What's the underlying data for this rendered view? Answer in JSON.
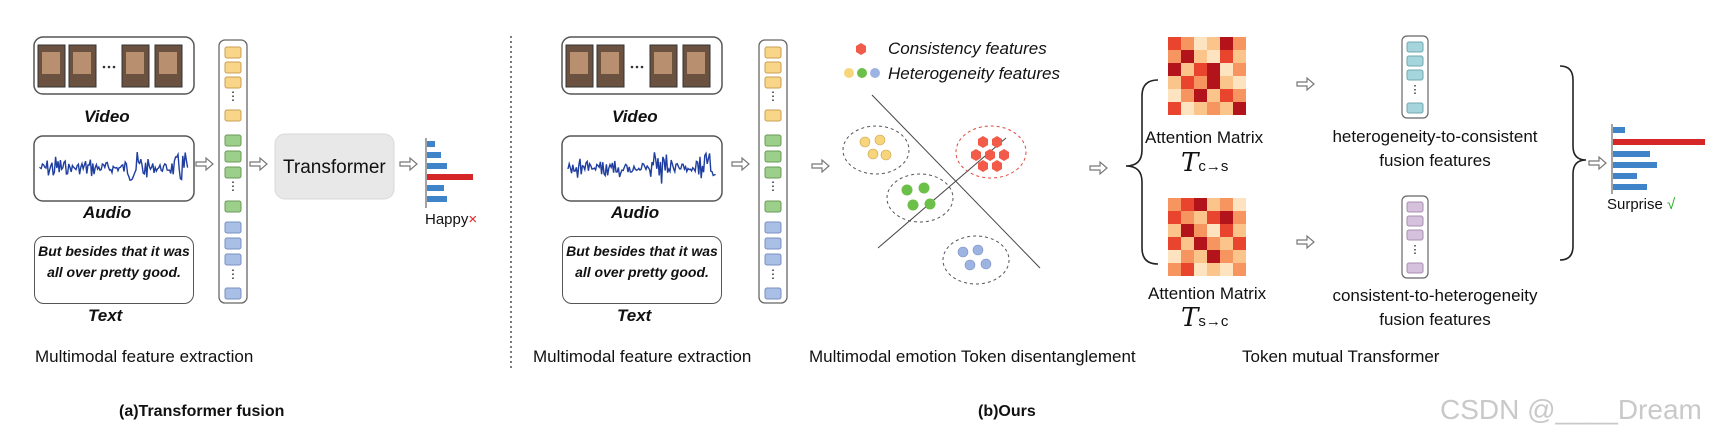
{
  "panels": {
    "a": {
      "modalities": {
        "video": "Video",
        "audio": "Audio",
        "text": "Text"
      },
      "text_sample": "But besides that it was all over pretty good.",
      "fusion_block": "Transformer",
      "prediction": "Happy",
      "prediction_mark": "×",
      "section_caption": "Multimodal feature extraction",
      "panel_caption": "(a)Transformer fusion"
    },
    "b": {
      "modalities": {
        "video": "Video",
        "audio": "Audio",
        "text": "Text"
      },
      "text_sample": "But besides that it was all over pretty good.",
      "legend": {
        "consistency": "Consistency features",
        "heterogeneity": "Heterogeneity features"
      },
      "captions": {
        "extraction": "Multimodal feature extraction",
        "disentangle": "Multimodal emotion Token disentanglement",
        "mutual": "Token mutual Transformer"
      },
      "attention": {
        "top": {
          "label": "Attention Matrix",
          "symbol": "T",
          "subscript": "c→s"
        },
        "bottom": {
          "label": "Attention Matrix",
          "symbol": "T",
          "subscript": "s→c"
        }
      },
      "fusion_features": {
        "top_line1": "heterogeneity-to-consistent",
        "top_line2": "fusion features",
        "bottom_line1": "consistent-to-heterogeneity",
        "bottom_line2": "fusion features"
      },
      "prediction": "Surprise",
      "prediction_mark": "√",
      "panel_caption": "(b)Ours"
    }
  },
  "colors": {
    "token_yellow": "#f9d58a",
    "token_green": "#9ccf8a",
    "token_blue": "#a9bfe6",
    "token_teal": "#a6d4dc",
    "token_purple": "#d6c1dc",
    "bar_blue": "#3f84c9",
    "bar_red": "#d62728",
    "consistency_red": "#f25a4a",
    "hetero_yellow": "#f7d57a",
    "hetero_green": "#6cc04a",
    "hetero_blue": "#9db4e2"
  },
  "watermark": "CSDN @____Dream"
}
